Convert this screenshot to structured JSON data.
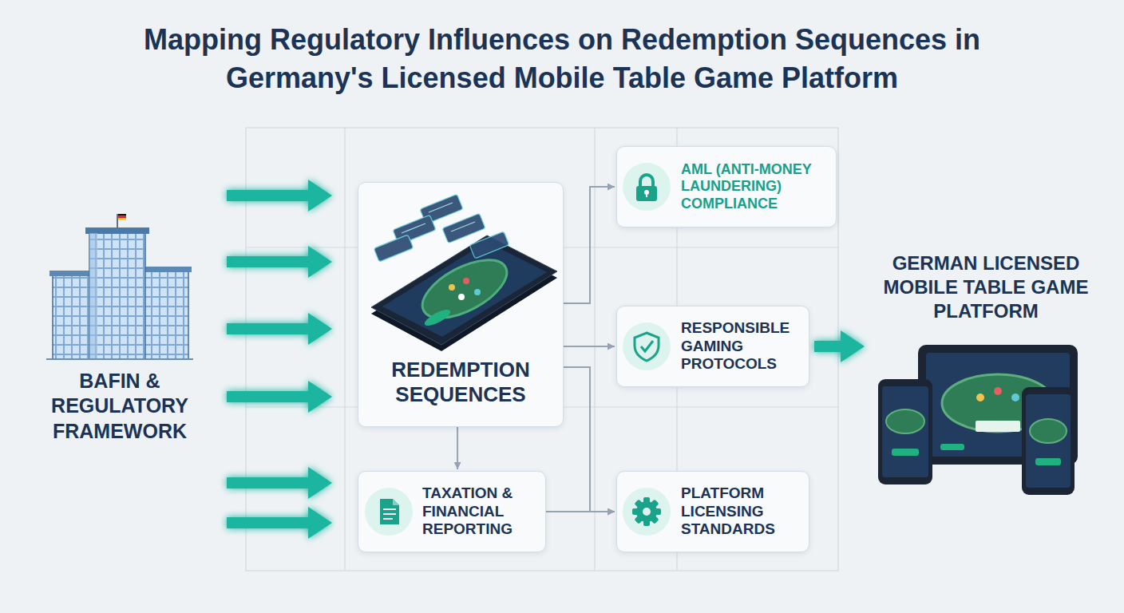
{
  "diagram": {
    "title": "Mapping Regulatory Influences on Redemption Sequences in Germany's Licensed Mobile Table Game Platform",
    "nodes": [
      {
        "text": [
          "BAFIN & REGULATORY FRAMEWORK"
        ]
      },
      {
        "text": [
          "REDEMPTION SEQUENCES"
        ]
      },
      {
        "text": [
          "AML (ANTI-MONEY LAUNDERING) COMPLIANCE"
        ]
      },
      {
        "text": [
          "RESPONSIBLE GAMING PROTOCOLS"
        ]
      },
      {
        "text": [
          "TAXATION & FINANCIAL REPORTING"
        ]
      },
      {
        "text": [
          "PLATFORM LICENSING STANDARDS"
        ]
      },
      {
        "text": [
          "GERMAN LICENSED MOBILE TABLE GAME PLATFORM"
        ]
      }
    ],
    "edges": [
      {
        "from": 0,
        "to": 1,
        "arrow": "to"
      },
      {
        "from": 0,
        "to": 1,
        "arrow": "to"
      },
      {
        "from": 0,
        "to": 1,
        "arrow": "to"
      },
      {
        "from": 0,
        "to": 1,
        "arrow": "to"
      },
      {
        "from": 0,
        "to": 4,
        "arrow": "to"
      },
      {
        "from": 0,
        "to": 4,
        "arrow": "to"
      },
      {
        "from": 1,
        "to": 2,
        "arrow": "to"
      },
      {
        "from": 1,
        "to": 3,
        "arrow": "to"
      },
      {
        "from": 1,
        "to": 4,
        "arrow": "to"
      },
      {
        "from": 1,
        "to": 5,
        "arrow": "to"
      },
      {
        "from": 4,
        "to": 5,
        "arrow": "to"
      },
      {
        "from": 3,
        "to": 6,
        "arrow": "to"
      }
    ]
  }
}
